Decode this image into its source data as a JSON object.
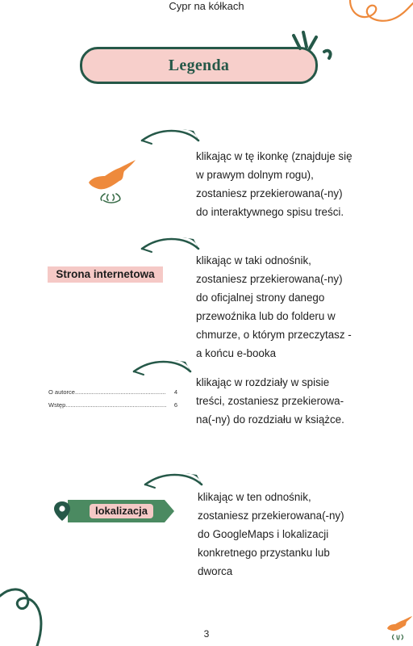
{
  "header": {
    "doc_title": "Cypr na kółkach"
  },
  "legend": {
    "title": "Legenda"
  },
  "items": {
    "island": {
      "lines": [
        "klikając w tę ikonkę (znajduje się",
        "w prawym dolnym rogu),",
        "zostaniesz przekierowana(-ny)",
        "do interaktywnego spisu treści."
      ]
    },
    "website": {
      "badge": "Strona internetowa",
      "lines": [
        "klikając w taki odnośnik,",
        "zostaniesz przekierowana(-ny)",
        "do oficjalnej strony danego",
        "przewoźnika lub do folderu w",
        "chmurze, o którym przeczytasz -",
        "a końcu e-booka"
      ]
    },
    "toc": {
      "entries": [
        {
          "label": "O autorce",
          "page": "4"
        },
        {
          "label": "Wstęp",
          "page": "6"
        }
      ],
      "lines": [
        "klikając w rozdziały w spisie",
        "treści, zostaniesz przekierowa-",
        "na(-ny) do rozdziału w książce."
      ]
    },
    "location": {
      "badge": "lokalizacja",
      "lines": [
        "klikając w ten odnośnik,",
        "zostaniesz przekierowana(-ny)",
        "do GoogleMaps i lokalizacji",
        "konkretnego przystanku lub",
        "dworca"
      ]
    }
  },
  "footer": {
    "page_number": "3"
  },
  "colors": {
    "green": "#255848",
    "pink": "#f7cfcb",
    "orange": "#ee8a3c",
    "bar_green": "#4b8a61"
  }
}
